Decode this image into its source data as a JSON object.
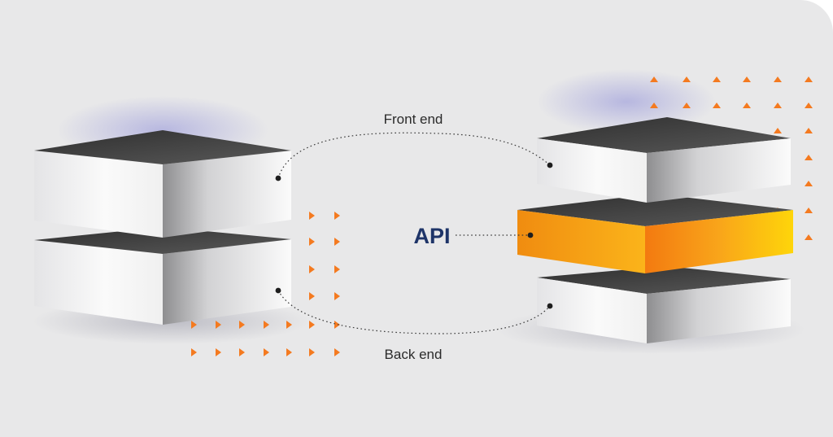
{
  "labels": {
    "front_end": "Front end",
    "api": "API",
    "back_end": "Back end"
  },
  "colors": {
    "background": "#e8e8e9",
    "api_label": "#1e3468",
    "accent_orange": "#f47a20",
    "block_top": "#3b3b3b",
    "block_face": "#f2f2f2",
    "api_block": "#fbb316"
  },
  "icons": [
    "triangle-right-icon",
    "triangle-up-icon"
  ]
}
